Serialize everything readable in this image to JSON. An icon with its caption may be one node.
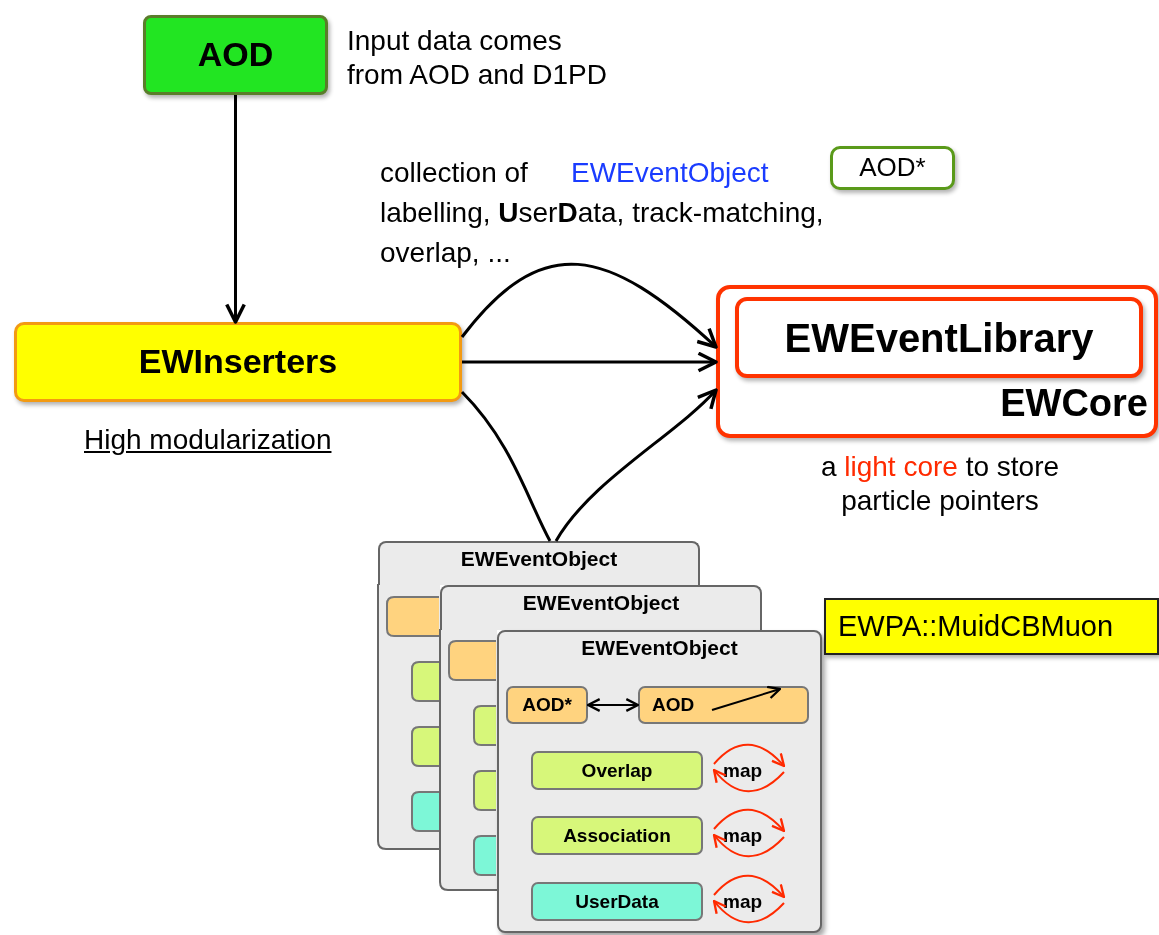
{
  "diagram": {
    "nodes": [
      {
        "text": [
          "AOD"
        ],
        "beside": [
          "Input data comes from AOD and D1PD"
        ]
      },
      {
        "text": [
          "EWInserters"
        ],
        "beside": [
          "High modularization"
        ]
      },
      {
        "text": [
          "EWCore"
        ],
        "beside": [
          "a",
          "light core",
          "to store particle pointers"
        ]
      },
      {
        "text": [
          "EWEventLibrary"
        ],
        "in": 2
      },
      {
        "text": [
          "AOD*"
        ]
      },
      {
        "text": [
          "EWEventObject"
        ]
      },
      {
        "text": [
          "EWEventObject"
        ]
      },
      {
        "text": [
          "EWEventObject"
        ]
      },
      {
        "text": [
          "AOD*"
        ],
        "in": 7
      },
      {
        "text": [
          "AOD"
        ],
        "in": 7
      },
      {
        "text": [
          "Overlap"
        ],
        "in": 7
      },
      {
        "text": [
          "Association"
        ],
        "in": 7
      },
      {
        "text": [
          "UserData"
        ],
        "in": 7
      },
      {
        "text": [
          "EWPA::MuidCBMuon"
        ]
      }
    ],
    "edges": [
      {
        "from": 0,
        "to": 1,
        "arrow": "to"
      },
      {
        "from": 1,
        "to": 2,
        "arrow": "to"
      },
      {
        "from": 1,
        "to": 2,
        "arrow": "to"
      },
      {
        "from": 1,
        "to": 5,
        "arrow": "none"
      },
      {
        "from": 5,
        "to": 2,
        "arrow": "to"
      },
      {
        "from": 8,
        "to": 9,
        "arrow": "both"
      }
    ],
    "labels": [
      "collection of",
      "EWEventObject",
      "labelling, **U**ser**D**ata, track-matching, overlap, ...",
      "map",
      "map",
      "map"
    ]
  }
}
